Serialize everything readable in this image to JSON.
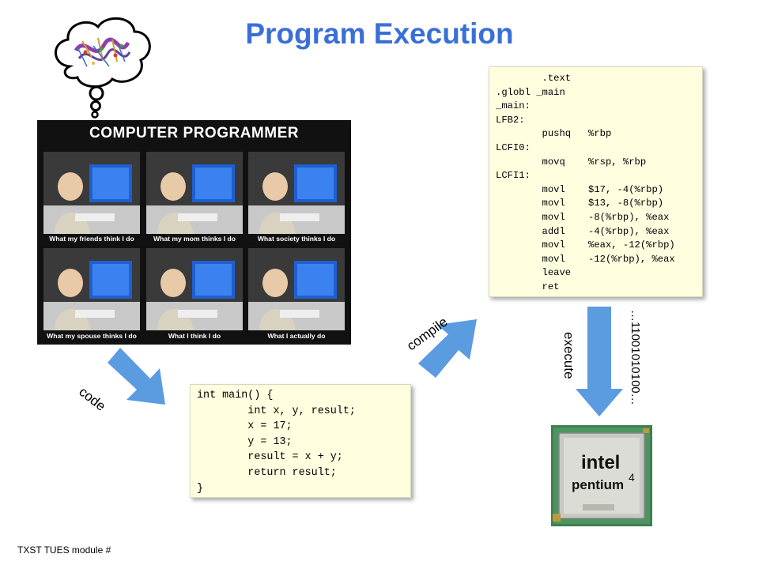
{
  "slide": {
    "title": "Program Execution",
    "footer": "TXST TUES module #"
  },
  "meme": {
    "title": "COMPUTER PROGRAMMER",
    "captions": [
      "What my friends think I do",
      "What my mom thinks I do",
      "What society thinks I do",
      "What my spouse thinks I do",
      "What I think I do",
      "What I actually do"
    ]
  },
  "source_code": {
    "lines": [
      "int main() {",
      "\tint x, y, result;",
      "\tx = 17;",
      "\ty = 13;",
      "\tresult = x + y;",
      "\treturn result;",
      "}"
    ]
  },
  "assembly": {
    "lines": [
      "\t.text",
      ".globl _main",
      "_main:",
      "LFB2:",
      "\tpushq\t%rbp",
      "LCFI0:",
      "\tmovq\t%rsp, %rbp",
      "LCFI1:",
      "\tmovl\t$17, -4(%rbp)",
      "\tmovl\t$13, -8(%rbp)",
      "\tmovl\t-8(%rbp), %eax",
      "\taddl\t-4(%rbp), %eax",
      "\tmovl\t%eax, -12(%rbp)",
      "\tmovl\t-12(%rbp), %eax",
      "\tleave",
      "\tret"
    ]
  },
  "arrows": {
    "code_label": "code",
    "compile_label": "compile",
    "execute_label": "execute",
    "binary_label": "…11001010100…",
    "color": "#5b9be0"
  },
  "cpu": {
    "brand": "intel",
    "product": "pentium",
    "version": "4"
  }
}
